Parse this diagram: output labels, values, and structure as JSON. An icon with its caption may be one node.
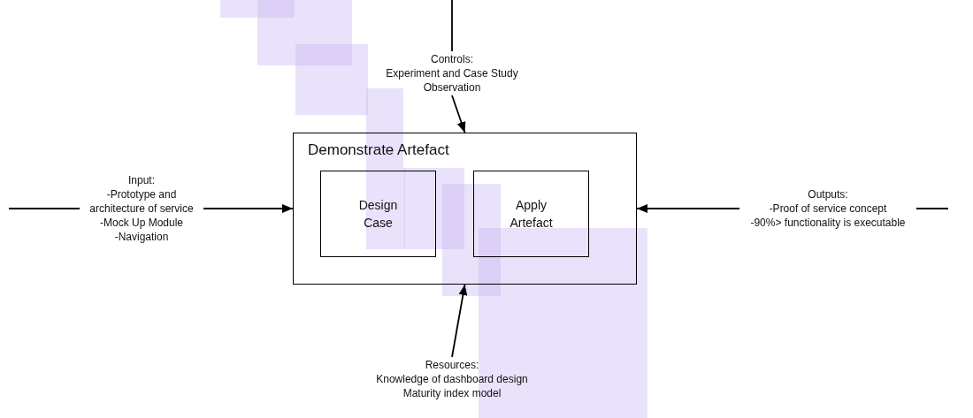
{
  "diagram": {
    "nodes": [
      {
        "text": [
          "Demonstrate Artefact"
        ]
      },
      {
        "text": [
          "Design Case"
        ],
        "in": 0
      },
      {
        "text": [
          "Apply Artefact"
        ],
        "in": 0
      },
      {
        "text": [
          "Controls:",
          "Experiment and Case Study Observation"
        ]
      },
      {
        "text": [
          "Input:",
          "-Prototype and architecture of service",
          "-Mock Up Module",
          "-Navigation"
        ]
      },
      {
        "text": [
          "Outputs:",
          "-Proof of service concept",
          "-90%> functionality is executable"
        ]
      },
      {
        "text": [
          "Resources:",
          "Knowledge of dashboard design",
          "Maturity index model"
        ]
      }
    ],
    "edges": [
      {
        "from": null,
        "to": 3,
        "arrow": "none"
      },
      {
        "from": 3,
        "to": 0,
        "arrow": "to"
      },
      {
        "from": null,
        "to": 4,
        "arrow": "none"
      },
      {
        "from": 4,
        "to": 0,
        "arrow": "to"
      },
      {
        "from": null,
        "to": 5,
        "arrow": "none"
      },
      {
        "from": 5,
        "to": 0,
        "arrow": "to"
      },
      {
        "from": 6,
        "to": 0,
        "arrow": "to"
      }
    ]
  }
}
